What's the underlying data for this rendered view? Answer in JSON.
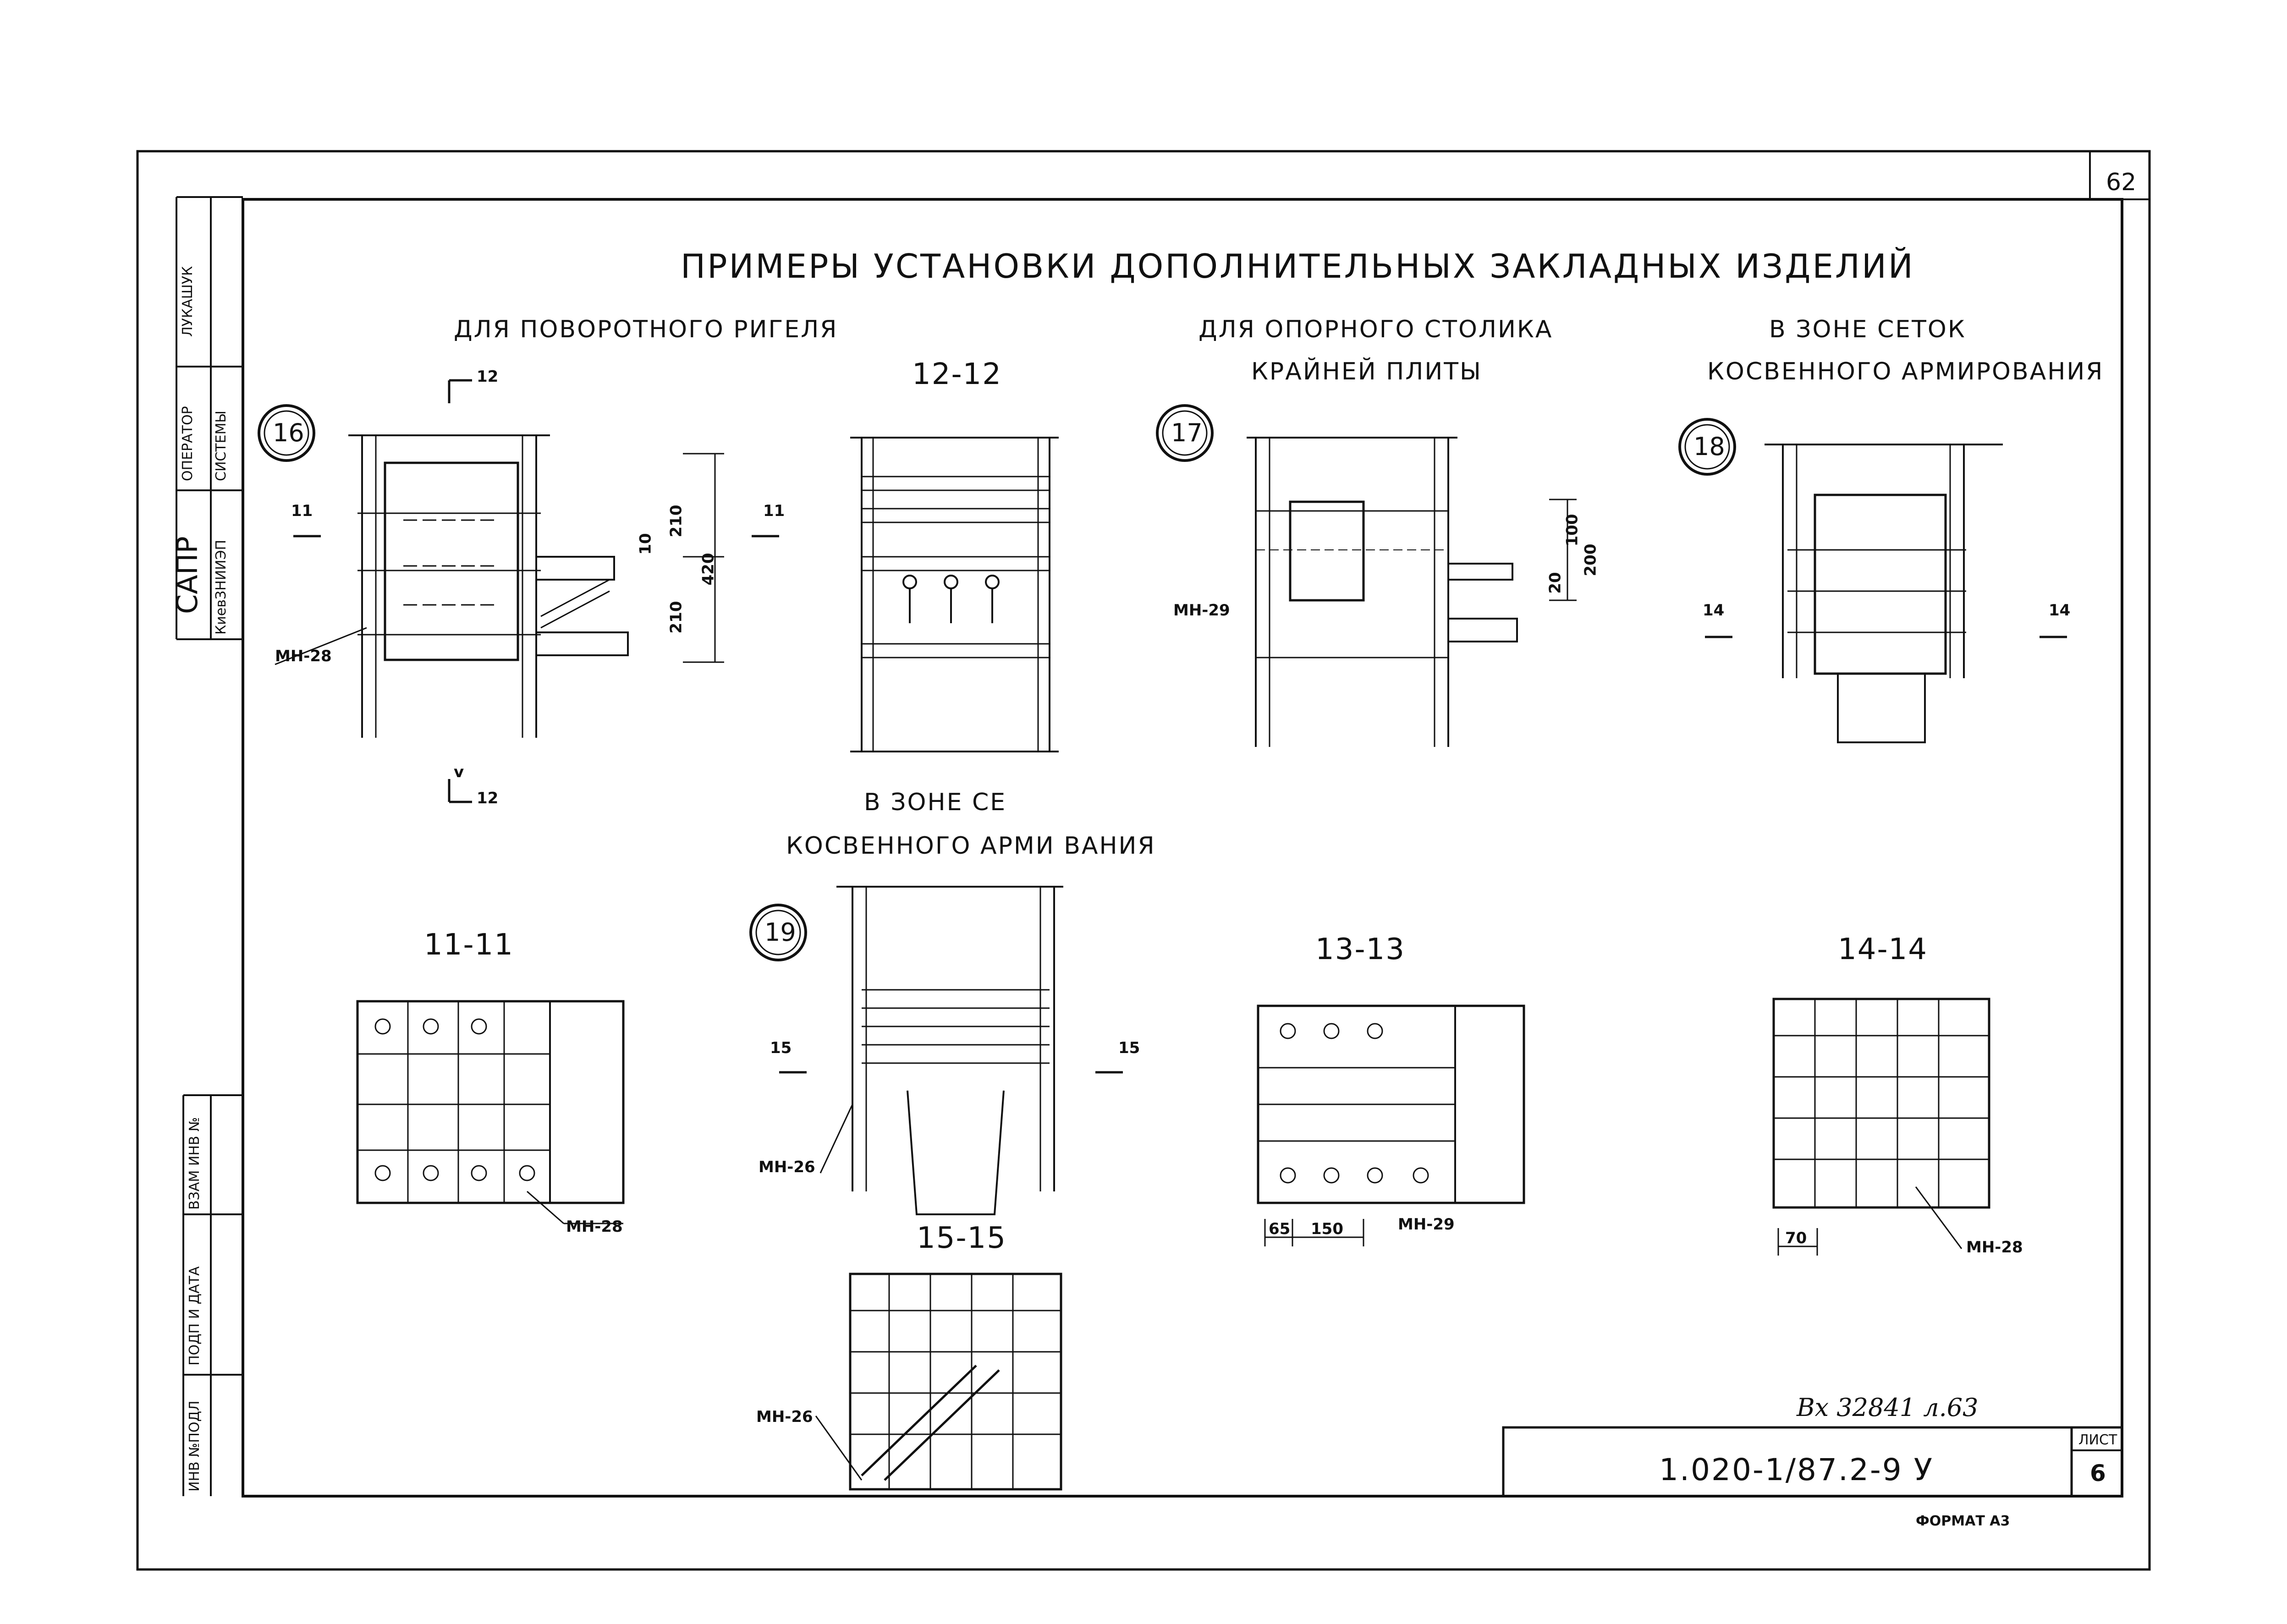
{
  "sheet_number_top": "62",
  "title": "ПРИМЕРЫ УСТАНОВКИ ДОПОЛНИТЕЛЬНЫХ ЗАКЛАДНЫХ ИЗДЕЛИЙ",
  "captions": {
    "rigel": "ДЛЯ ПОВОРОТНОГО РИГЕЛЯ",
    "stolik_line1": "ДЛЯ ОПОРНОГО СТОЛИКА",
    "stolik_line2": "КРАЙНЕЙ ПЛИТЫ",
    "setki18_line1": "В ЗОНЕ СЕТОК",
    "setki18_line2": "КОСВЕННОГО АРМИРОВАНИЯ",
    "setki19_line1": "В ЗОНЕ СЕ",
    "setki19_line2": "КОСВЕННОГО АРМИ ВАНИЯ"
  },
  "details": [
    "16",
    "17",
    "18",
    "19"
  ],
  "sections": {
    "s12": "12-12",
    "s11": "11-11",
    "s13": "13-13",
    "s14": "14-14",
    "s15": "15-15"
  },
  "cut_marks": {
    "c12": "12",
    "c11": "11",
    "c14": "14",
    "c15": "15",
    "v": "v"
  },
  "parts": {
    "mn28": "МН-28",
    "mn29": "МН-29",
    "mn26": "МН-26"
  },
  "dimensions": {
    "d210a": "210",
    "d420": "420",
    "d210b": "210",
    "d10": "10",
    "d100": "100",
    "d200": "200",
    "d20": "20",
    "d65": "65",
    "d150": "150",
    "d70": "70"
  },
  "stamp": {
    "sapr": "САПР",
    "org": "КиевЗНИИЭП",
    "operator": "ОПЕРАТОР",
    "system": "СИСТЕМЫ",
    "author": "ЛУКАШУК",
    "vzam": "ВЗАМ ИНВ №",
    "podp": "ПОДП И ДАТА",
    "inv": "ИНВ №ПОДЛ"
  },
  "title_block": {
    "doc_code": "1.020-1/87.2-9 У",
    "sheet_label": "ЛИСТ",
    "sheet_number": "6",
    "handwritten": "Вх 32841 л.63"
  },
  "format": "ФОРМАТ А3"
}
